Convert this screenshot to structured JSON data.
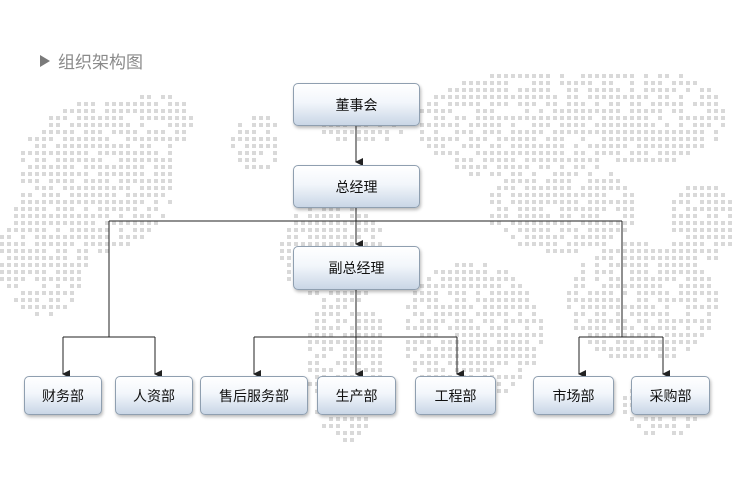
{
  "header": {
    "title": "组织架构图"
  },
  "org": {
    "board": "董事会",
    "gm": "总经理",
    "deputy_gm": "副总经理",
    "departments": [
      "财务部",
      "人资部",
      "售后服务部",
      "生产部",
      "工程部",
      "市场部",
      "采购部"
    ]
  },
  "colors": {
    "node_border": "#8f9fb0",
    "node_gradient_bottom": "#c9d6e6",
    "connector": "#222222",
    "map_dots": "#d9d9d9",
    "header_text": "#8a8a8a"
  }
}
